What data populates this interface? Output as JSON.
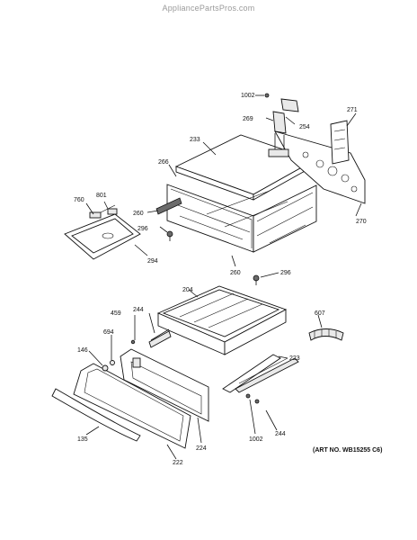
{
  "watermark": "AppliancePartsPros.com",
  "art_number": "(ART NO. WB15255 C6)",
  "callouts": {
    "c1002a": "1002",
    "c269": "269",
    "c254": "254",
    "c271": "271",
    "c233": "233",
    "c266": "266",
    "c760": "760",
    "c801": "801",
    "c260a": "260",
    "c296a": "296",
    "c294": "294",
    "c260b": "260",
    "c296b": "296",
    "c270": "270",
    "c204": "204",
    "c459": "459",
    "c244a": "244",
    "c694": "694",
    "c146": "146",
    "c607": "607",
    "c223": "223",
    "c135": "135",
    "c224": "224",
    "c1002b": "1002",
    "c244b": "244",
    "c222": "222"
  }
}
